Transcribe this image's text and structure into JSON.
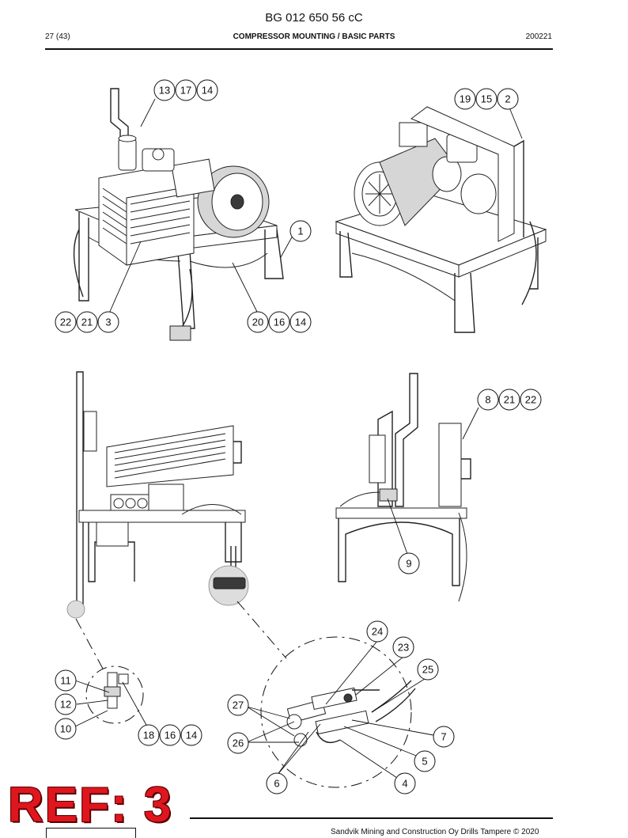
{
  "header": {
    "doc_number": "BG 012 650 56 cC",
    "page": "27 (43)",
    "section": "COMPRESSOR MOUNTING / BASIC PARTS",
    "date": "200221"
  },
  "footer": {
    "copyright": "Sandvik Mining and Construction Oy Drills Tampere © 2020"
  },
  "ref_badge": "REF: 3",
  "callouts": {
    "view1_top": [
      "13",
      "17",
      "14"
    ],
    "view1_right": [
      "1"
    ],
    "view1_bottom_left": [
      "22",
      "21",
      "3"
    ],
    "view1_bottom_right": [
      "20",
      "16",
      "14"
    ],
    "view2_top": [
      "19",
      "15",
      "2"
    ],
    "view3_top": [
      "8",
      "21",
      "22"
    ],
    "view3_bottom": [
      "9"
    ],
    "detail_a_left": [
      "11",
      "12",
      "10"
    ],
    "detail_a_bottom": [
      "18",
      "16",
      "14"
    ],
    "detail_b": [
      "24",
      "23",
      "25",
      "27",
      "26",
      "7",
      "5",
      "6",
      "4"
    ]
  }
}
